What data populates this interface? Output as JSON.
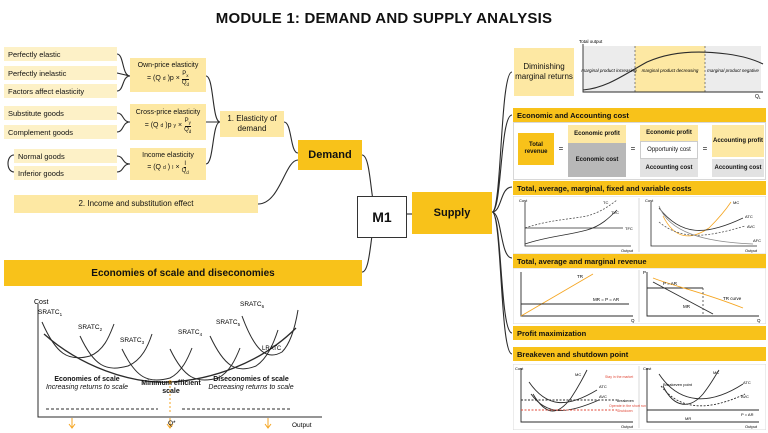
{
  "title": "MODULE 1: DEMAND AND SUPPLY ANALYSIS",
  "center": "M1",
  "demand": {
    "hub": "Demand",
    "elasticity_node": "1. Elasticity of demand",
    "own_price": {
      "title": "Own-price elasticity",
      "formula": "= (Q",
      "sub": "d",
      "rest": ")p ×",
      "num": "P",
      "num_sub": "x",
      "den": "Q",
      "den_sub": "d"
    },
    "cross_price": {
      "title": "Cross-price elasticity",
      "formula": "= (Q",
      "sub": "d",
      "rest": ")p",
      "sub2": "y",
      "rest2": " ×",
      "num": "P",
      "num_sub": "y",
      "den": "Q",
      "den_sub": "d"
    },
    "income": {
      "title": "Income elasticity",
      "formula": "= (Q",
      "sub": "d",
      "rest": ")",
      "sub2": "I",
      "rest2": " ×",
      "num": "I",
      "den": "Q",
      "den_sub": "d"
    },
    "leaves_own": [
      "Perfectly elastic",
      "Perfectly inelastic",
      "Factors affect elasticity"
    ],
    "leaves_cross": [
      "Substitute goods",
      "Complement goods"
    ],
    "leaves_income": [
      "Normal goods",
      "Inferior goods"
    ],
    "income_sub": "2. Income and substitution effect"
  },
  "economies": {
    "heading": "Economies of scale and diseconomies",
    "cost": "Cost",
    "output": "Output",
    "srac": [
      "SRATC",
      "SRATC",
      "SRATC",
      "SRATC",
      "SRATC",
      "SRATC"
    ],
    "srac_sub": [
      "1",
      "2",
      "3",
      "4",
      "5",
      "6"
    ],
    "lratc": "LRATC",
    "eos_title": "Economies of scale",
    "eos_sub": "Increasing returns to scale",
    "mes": "Minimum efficient scale",
    "dos_title": "Diseconomies of scale",
    "dos_sub": "Decreasing returns to scale",
    "qstar": "Q*"
  },
  "supply": {
    "hub": "Supply",
    "diminishing": "Diminishing marginal returns",
    "dmr_chart": {
      "ylabel": "Total output",
      "xlabel": "Q",
      "xsub": "L",
      "zones": [
        "marginal product increasing",
        "marginal product decreasing",
        "marginal product negative"
      ]
    },
    "econ_acct": "Economic and Accounting cost",
    "eq": {
      "total_revenue": "Total revenue",
      "econ_profit": "Economic profit",
      "econ_cost": "Economic cost",
      "econ_profit2": "Economic profit",
      "opp_cost": "Opportunity cost",
      "acct_cost": "Accounting cost",
      "acct_profit": "Accounting profit",
      "acct_cost2": "Accounting cost",
      "eq_sign": "="
    },
    "total_costs": "Total, average, marginal, fixed and variable costs",
    "tc_left": {
      "ylabel": "Cost",
      "xlabel": "Output",
      "curves": [
        "TC",
        "TVC",
        "TFC"
      ]
    },
    "tc_right": {
      "ylabel": "Cost",
      "xlabel": "Output",
      "curves": [
        "MC",
        "ATC",
        "AVC",
        "AFC"
      ]
    },
    "revenue": "Total, average and marginal revenue",
    "rev_left": {
      "curves": [
        "TR",
        "MR = P = AR"
      ],
      "q": "Q"
    },
    "rev_right": {
      "p": "P",
      "curves": [
        "P = AR",
        "TR curve",
        "MR"
      ],
      "q": "Q"
    },
    "profit_max": "Profit maximization",
    "breakeven": "Breakeven and shutdown point",
    "be_left": {
      "ylabel": "Cost",
      "xlabel": "Output",
      "labels": [
        "MC",
        "ATC",
        "AVC",
        "Stay in the market",
        "Breakeven",
        "Operate in the short run",
        "Shutdown"
      ]
    },
    "be_right": {
      "ylabel": "Cost",
      "xlabel": "Output",
      "labels": [
        "ATC",
        "MC",
        "AVC",
        "Breakeven point",
        "MR",
        "P = AR"
      ]
    }
  },
  "colors": {
    "accent": "#f8c21a",
    "pale": "#fde8a3",
    "paler": "#fdf1c7",
    "orange": "#f5a623",
    "line": "#2b2b2b"
  }
}
